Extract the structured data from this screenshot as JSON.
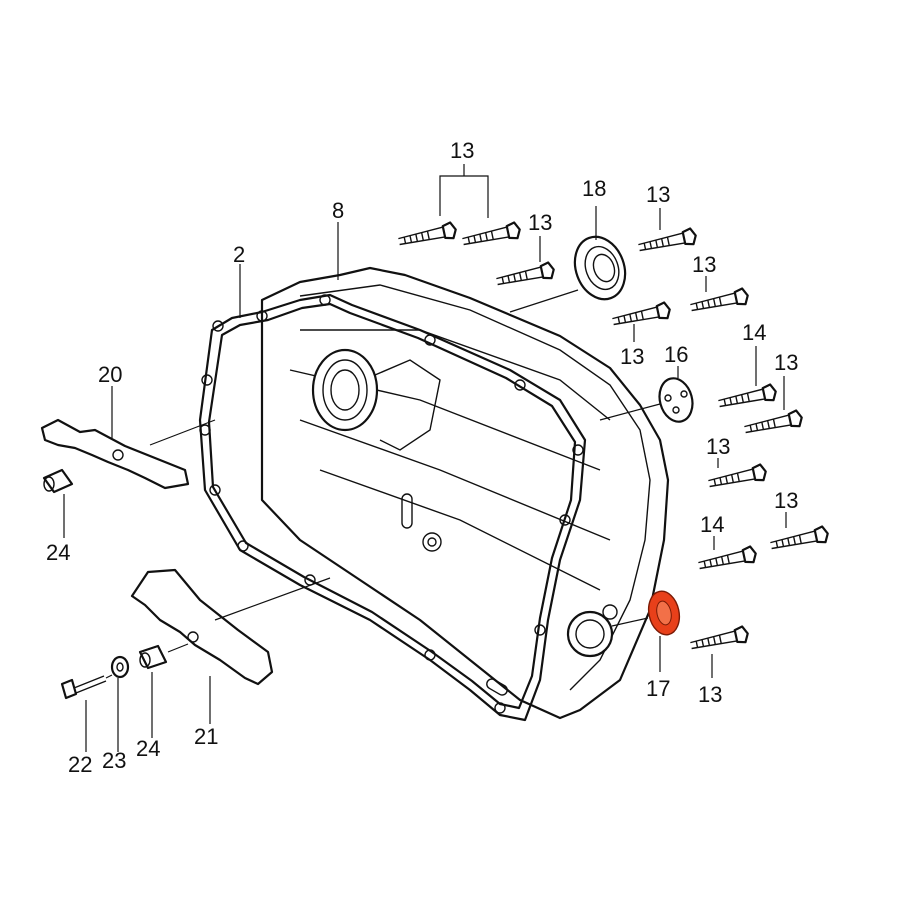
{
  "diagram": {
    "highlight_color": "#e8401a",
    "labels": {
      "l13_top": "13",
      "l13_a": "13",
      "l13_b": "13",
      "l13_c": "13",
      "l13_d": "13",
      "l13_e": "13",
      "l13_f": "13",
      "l13_g": "13",
      "l13_h": "13",
      "l14_a": "14",
      "l14_b": "14",
      "l16": "16",
      "l17": "17",
      "l18": "18",
      "l8": "8",
      "l2": "2",
      "l20": "20",
      "l21": "21",
      "l22": "22",
      "l23": "23",
      "l24_a": "24",
      "l24_b": "24"
    }
  }
}
